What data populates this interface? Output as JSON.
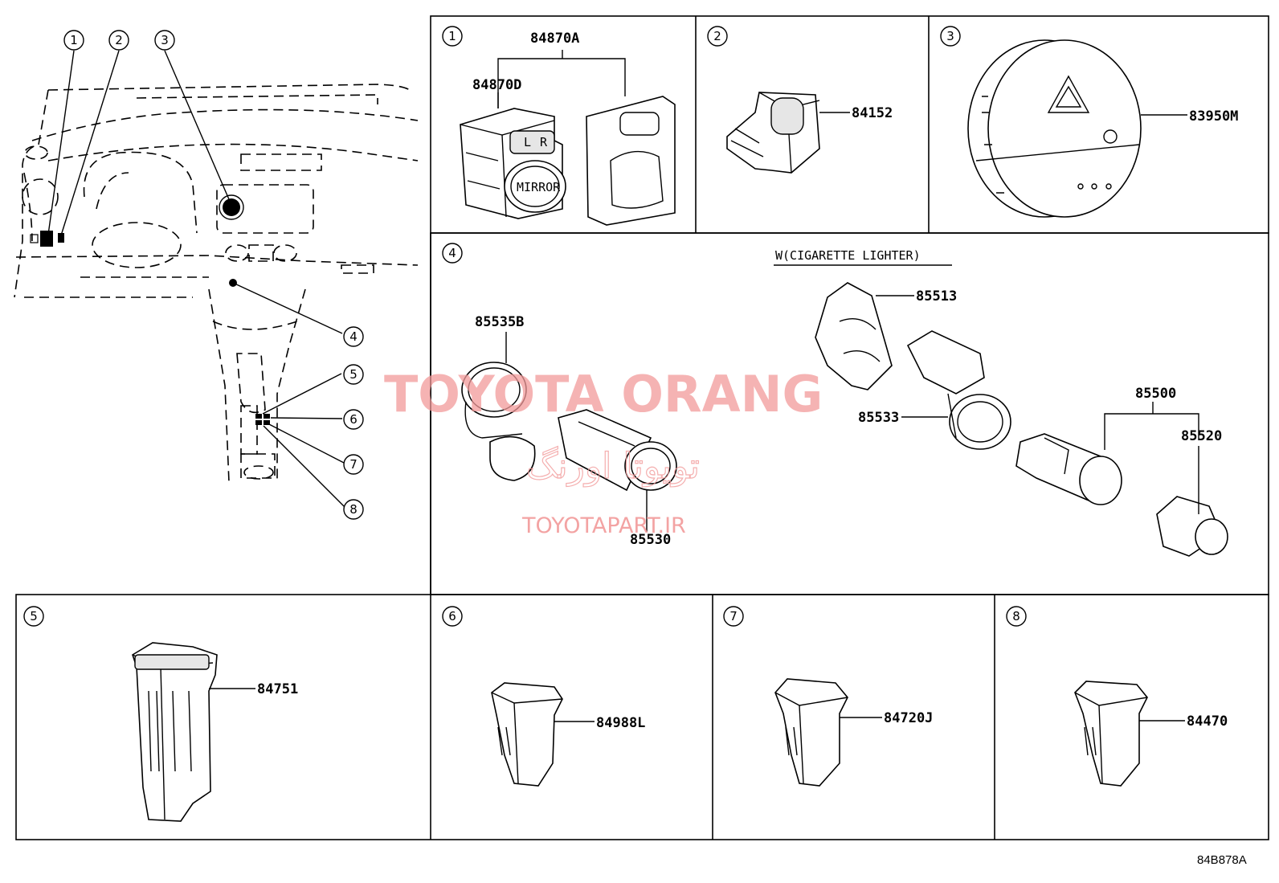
{
  "overview": {
    "callouts": [
      "1",
      "2",
      "3",
      "4",
      "5",
      "6",
      "7",
      "8"
    ]
  },
  "panels": [
    {
      "num": "1",
      "parts": [
        "84870A",
        "84870D"
      ],
      "labels": {
        "mirror": "MIRROR",
        "l": "L",
        "r": "R"
      }
    },
    {
      "num": "2",
      "parts": [
        "84152"
      ]
    },
    {
      "num": "3",
      "parts": [
        "83950M"
      ]
    },
    {
      "num": "4",
      "caption": "W(CIGARETTE LIGHTER)",
      "parts": [
        "85535B",
        "85530",
        "85513",
        "85533",
        "85500",
        "85520"
      ]
    },
    {
      "num": "5",
      "parts": [
        "84751"
      ]
    },
    {
      "num": "6",
      "parts": [
        "84988L"
      ]
    },
    {
      "num": "7",
      "parts": [
        "84720J"
      ]
    },
    {
      "num": "8",
      "parts": [
        "84470"
      ]
    }
  ],
  "watermark": {
    "brand": "TOYOTA ORANG",
    "arabic": "تویوتا اورنگ",
    "url": "TOYOTAPART.IR"
  },
  "diagram_code": "84B878A"
}
